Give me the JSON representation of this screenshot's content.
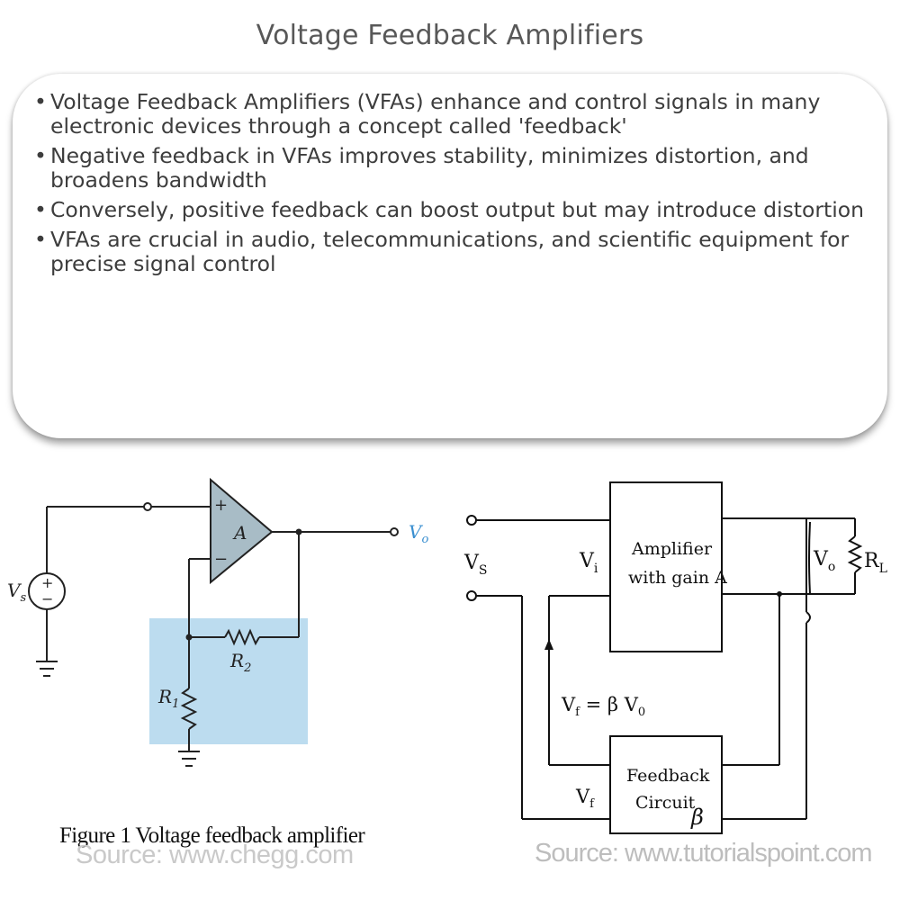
{
  "page": {
    "title": "Voltage Feedback Amplifiers"
  },
  "bullets": [
    "Voltage Feedback Amplifiers (VFAs) enhance and control signals in many electronic devices through a concept called 'feedback'",
    "Negative feedback in VFAs improves stability, minimizes distortion, and broadens bandwidth",
    "Conversely, positive feedback can boost output but may introduce distortion",
    "VFAs are crucial in audio, telecommunications, and scientific equipment for precise signal control"
  ],
  "bullet_glyph": "•",
  "left_diagram": {
    "caption": "Figure 1 Voltage feedback amplifier",
    "source": "Source: www.chegg.com",
    "labels": {
      "vs": "V",
      "vs_sub": "s",
      "vo": "V",
      "vo_sub": "o",
      "amp": "A",
      "plus": "+",
      "minus": "−",
      "r1": "R",
      "r1_sub": "1",
      "r2": "R",
      "r2_sub": "2"
    },
    "colors": {
      "feedback_box": "#bcdcef",
      "vo_label": "#3a8fd0"
    }
  },
  "right_diagram": {
    "source": "Source: www.tutorialspoint.com",
    "labels": {
      "vs": "V",
      "vs_sub": "S",
      "vi": "V",
      "vi_sub": "i",
      "vo": "V",
      "vo_sub": "o",
      "rl": "R",
      "rl_sub": "L",
      "vf_eq": "V",
      "vf_eq_sub": "f",
      "vf_eq_rest": " = β V",
      "vf_eq_sub2": "0",
      "vf": "V",
      "vf_sub": "f",
      "amp_line1": "Amplifier",
      "amp_line2": "with gain A",
      "fb_line1": "Feedback",
      "fb_line2": "Circuit",
      "beta": "β"
    }
  }
}
